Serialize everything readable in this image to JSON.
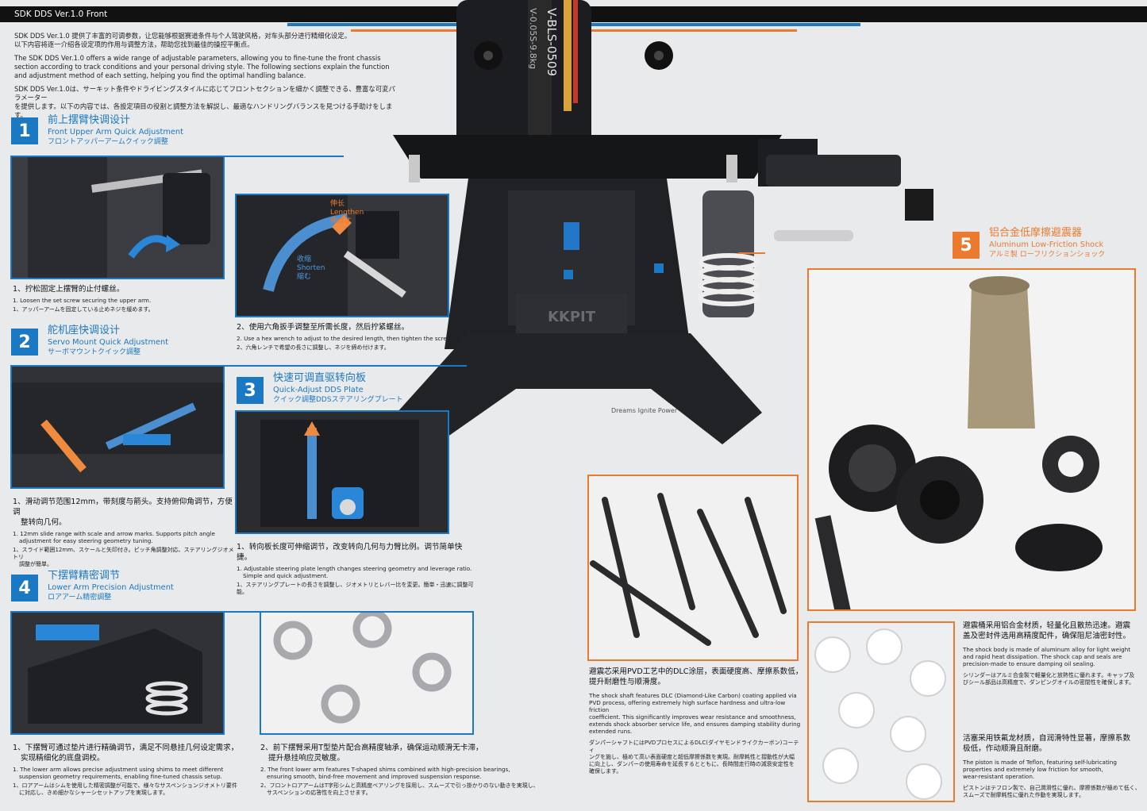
{
  "header": {
    "title": "SDK DDS Ver.1.0 Front"
  },
  "intro": {
    "zh_line1": "SDK DDS Ver.1.0 提供了丰富的可调参数，让您能够根据赛道条件与个人驾驶风格，对车头部分进行精细化设定。",
    "zh_line2": "以下内容将逐一介绍各设定项的作用与调整方法，帮助您找到最佳的操控平衡点。",
    "en_line1": "The SDK DDS Ver.1.0 offers a wide range of adjustable parameters, allowing you to fine-tune the front chassis",
    "en_line2": "section according to track conditions and your personal driving style. The following sections explain the function",
    "en_line3": "and adjustment method of each setting, helping you find the optimal handling balance.",
    "jp_line1": "SDK DDS Ver.1.0は、サーキット条件やドライビングスタイルに応じてフロントセクションを細かく調整できる、豊富な可変パラメーター",
    "jp_line2": "を提供します。以下の内容では、各設定項目の役割と調整方法を解説し、最適なハンドリングバランスを見つける手助けをします。"
  },
  "sections": {
    "s1": {
      "num": "1",
      "zh": "前上摆臂快调设计",
      "en": "Front Upper Arm Quick Adjustment",
      "jp": "フロントアッパーアームクイック調整",
      "cap1_zh": "1、拧松固定上摆臂的止付螺丝。",
      "cap1_en": "1. Loosen the set screw securing the upper arm.",
      "cap1_jp": "1、アッパーアームを固定している止めネジを緩めます。",
      "cap2_zh": "2、使用六角扳手调整至所需长度，然后拧紧螺丝。",
      "cap2_en": "2. Use a hex wrench to adjust to the desired length, then tighten the screw.",
      "cap2_jp": "2、六角レンチで希望の長さに調整し、ネジを締め付けます。",
      "lengthen_zh": "伸长",
      "lengthen_en": "Lengthen",
      "lengthen_jp": "伸ばす",
      "shorten_zh": "收缩",
      "shorten_en": "Shorten",
      "shorten_jp": "縮む"
    },
    "s2": {
      "num": "2",
      "zh": "舵机座快调设计",
      "en": "Servo Mount Quick Adjustment",
      "jp": "サーボマウントクイック調整",
      "cap_zh1": "1、滑动调节范围12mm，带刻度与箭头。支持俯仰角调节，方便调",
      "cap_zh2": "整转向几何。",
      "cap_en1": "1. 12mm slide range with scale and arrow marks. Supports pitch angle",
      "cap_en2": "adjustment for easy steering geometry tuning.",
      "cap_jp1": "1、スライド範囲12mm、スケールと矢印付き。ピッチ角調整対応、ステアリングジオメトリ",
      "cap_jp2": "調整が簡単。"
    },
    "s3": {
      "num": "3",
      "zh": "快速可调直驱转向板",
      "en": "Quick-Adjust DDS Plate",
      "jp": "クイック調整DDSステアリングプレート",
      "cap_zh": "1、转向板长度可伸缩调节，改变转向几何与力臂比例。调节简单快捷。",
      "cap_en1": "1. Adjustable steering plate length changes steering geometry and leverage ratio.",
      "cap_en2": "Simple and quick adjustment.",
      "cap_jp": "1、ステアリングプレートの長さを調整し、ジオメトリとレバー比を変更。簡単・迅速に調整可能。"
    },
    "s4": {
      "num": "4",
      "zh": "下摆臂精密调节",
      "en": "Lower Arm Precision Adjustment",
      "jp": "ロアアーム精密調整",
      "cap1_zh1": "1、下摆臂可通过垫片进行精确调节，满足不同悬挂几何设定需求，",
      "cap1_zh2": "实现精细化的底盘调校。",
      "cap1_en1": "1. The lower arm allows precise adjustment using shims to meet different",
      "cap1_en2": "suspension geometry requirements, enabling fine-tuned chassis setup.",
      "cap1_jp1": "1、ロアアームはシムを使用した精密調整が可能で、様々なサスペンションジオメトリ要件",
      "cap1_jp2": "に対応し、きめ細かなシャーシセットアップを実現します。",
      "cap2_zh1": "2、前下摆臂采用T型垫片配合高精度轴承，确保运动顺滑无卡滞，",
      "cap2_zh2": "提升悬挂响应灵敏度。",
      "cap2_en1": "2. The front lower arm features T-shaped shims combined with high-precision bearings,",
      "cap2_en2": "ensuring smooth, bind-free movement and improved suspension response.",
      "cap2_jp1": "2、フロントロアアームはT字形シムと高精度ベアリングを採用し、スムーズで引っ掛かりのない動きを実現し、",
      "cap2_jp2": "サスペンションの応答性を向上させます。"
    },
    "s5": {
      "num": "5",
      "zh": "铝合金低摩擦避震器",
      "en": "Aluminum Low-Friction Shock",
      "jp": "アルミ製 ローフリクションショック",
      "shaft_zh1": "避震芯采用PVD工艺中的DLC涂层，表面硬度高、摩擦系数低，",
      "shaft_zh2": "提升耐磨性与顺滑度。",
      "shaft_en1": "The shock shaft features DLC (Diamond-Like Carbon) coating applied via",
      "shaft_en2": "PVD process, offering extremely high surface hardness and ultra-low friction",
      "shaft_en3": "coefficient. This significantly improves wear resistance and smoothness,",
      "shaft_en4": "extends shock absorber service life, and ensures damping stability during",
      "shaft_en5": "extended runs.",
      "shaft_jp1": "ダンパーシャフトにはPVDプロセスによるDLC(ダイヤモンドライクカーボン)コーティ",
      "shaft_jp2": "ングを施し、極めて高い表面硬度と超低摩擦係数を実現。耐摩耗性と摺動性が大幅",
      "shaft_jp3": "に向上し、ダンパーの使用寿命を延長するとともに、長時間走行時の減衰安定性を",
      "shaft_jp4": "確保します。",
      "body_zh1": "避震桶采用铝合金材质，轻量化且散热迅速。避震",
      "body_zh2": "盖及密封件选用高精度配件，确保阻尼油密封性。",
      "body_en1": "The shock body is made of aluminum alloy for light weight",
      "body_en2": "and rapid heat dissipation. The shock cap and seals are",
      "body_en3": "precision-made to ensure damping oil sealing.",
      "body_jp1": "シリンダーはアルミ合金製で軽量化と放熱性に優れます。キャップ及",
      "body_jp2": "びシール部品は高精度で、ダンピングオイルの密閉性を確保します。",
      "piston_zh1": "活塞采用铁氟龙材质，自润滑特性显著，摩擦系数",
      "piston_zh2": "极低，作动顺滑且耐磨。",
      "piston_en1": "The piston is made of Teflon, featuring self-lubricating",
      "piston_en2": "properties and extremely low friction for smooth,",
      "piston_en3": "wear-resistant operation.",
      "piston_jp1": "ピストンはテフロン製で、自己潤滑性に優れ、摩擦係数が極めて低く、",
      "piston_jp2": "スムーズで耐摩耗性に優れた作動を実現します。"
    }
  },
  "chassis": {
    "servo_text": "KKPIT",
    "plate_text": "Dreams Ignite Power",
    "servo_label": "V-0.05S-9.8kg",
    "servo_label2": "V-BLS-0509",
    "arm_logo": "KK"
  },
  "colors": {
    "accent_blue": "#1b78c2",
    "accent_orange": "#ec7a2e",
    "topbar": "#111111",
    "background": "#e9eaec"
  }
}
